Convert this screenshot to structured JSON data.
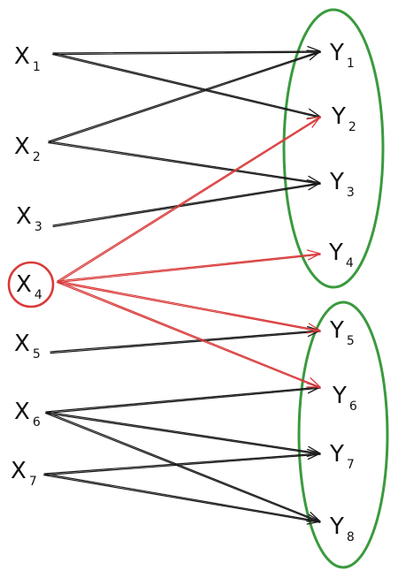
{
  "diagram": {
    "colors": {
      "edge": "#1a1a1a",
      "highlight": "#d93a3a",
      "group": "#3a9a3e",
      "text": "#111111"
    },
    "sources": [
      {
        "id": "X1",
        "letter": "X",
        "sub": "1"
      },
      {
        "id": "X2",
        "letter": "X",
        "sub": "2"
      },
      {
        "id": "X3",
        "letter": "X",
        "sub": "3"
      },
      {
        "id": "X4",
        "letter": "X",
        "sub": "4",
        "highlighted": true
      },
      {
        "id": "X5",
        "letter": "X",
        "sub": "5"
      },
      {
        "id": "X6",
        "letter": "X",
        "sub": "6"
      },
      {
        "id": "X7",
        "letter": "X",
        "sub": "7"
      }
    ],
    "targets": [
      {
        "id": "Y1",
        "letter": "Y",
        "sub": "1"
      },
      {
        "id": "Y2",
        "letter": "Y",
        "sub": "2"
      },
      {
        "id": "Y3",
        "letter": "Y",
        "sub": "3"
      },
      {
        "id": "Y4",
        "letter": "Y",
        "sub": "4"
      },
      {
        "id": "Y5",
        "letter": "Y",
        "sub": "5"
      },
      {
        "id": "Y6",
        "letter": "Y",
        "sub": "6"
      },
      {
        "id": "Y7",
        "letter": "Y",
        "sub": "7"
      },
      {
        "id": "Y8",
        "letter": "Y",
        "sub": "8"
      }
    ],
    "groups": [
      {
        "members": [
          "Y1",
          "Y2",
          "Y3",
          "Y4"
        ]
      },
      {
        "members": [
          "Y5",
          "Y6",
          "Y7",
          "Y8"
        ]
      }
    ],
    "edges": [
      {
        "from": "X1",
        "to": "Y1"
      },
      {
        "from": "X1",
        "to": "Y2"
      },
      {
        "from": "X2",
        "to": "Y1"
      },
      {
        "from": "X2",
        "to": "Y3"
      },
      {
        "from": "X3",
        "to": "Y3"
      },
      {
        "from": "X4",
        "to": "Y2",
        "highlighted": true
      },
      {
        "from": "X4",
        "to": "Y4",
        "highlighted": true
      },
      {
        "from": "X4",
        "to": "Y5",
        "highlighted": true
      },
      {
        "from": "X4",
        "to": "Y6",
        "highlighted": true
      },
      {
        "from": "X5",
        "to": "Y5"
      },
      {
        "from": "X6",
        "to": "Y6"
      },
      {
        "from": "X6",
        "to": "Y7"
      },
      {
        "from": "X6",
        "to": "Y8"
      },
      {
        "from": "X7",
        "to": "Y7"
      },
      {
        "from": "X7",
        "to": "Y8"
      }
    ]
  }
}
